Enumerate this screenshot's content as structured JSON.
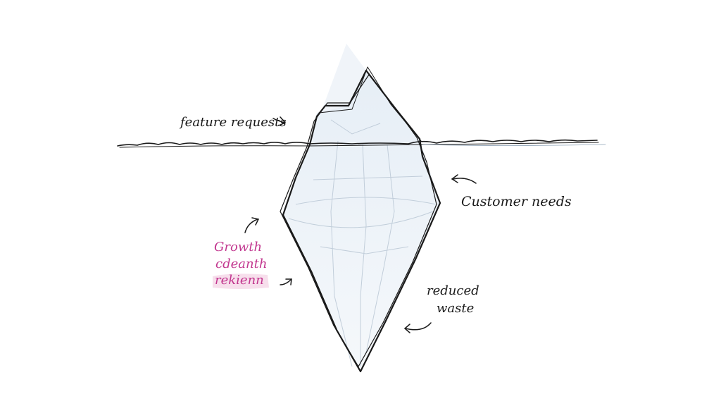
{
  "labels": {
    "feature_requests": "feature requests",
    "customer_needs": "Customer needs",
    "growth_line1": "Growth",
    "growth_line2": "cdeanth",
    "growth_line3": "rekienn",
    "reduced_line1": "reduced",
    "reduced_line2": "waste"
  },
  "colors": {
    "ink": "#1a1a1a",
    "ice_fill": "#eef3f8",
    "ice_shade": "#c9d6e3",
    "accent_pink": "#c2378f",
    "highlight_pink": "#f6dcea"
  }
}
